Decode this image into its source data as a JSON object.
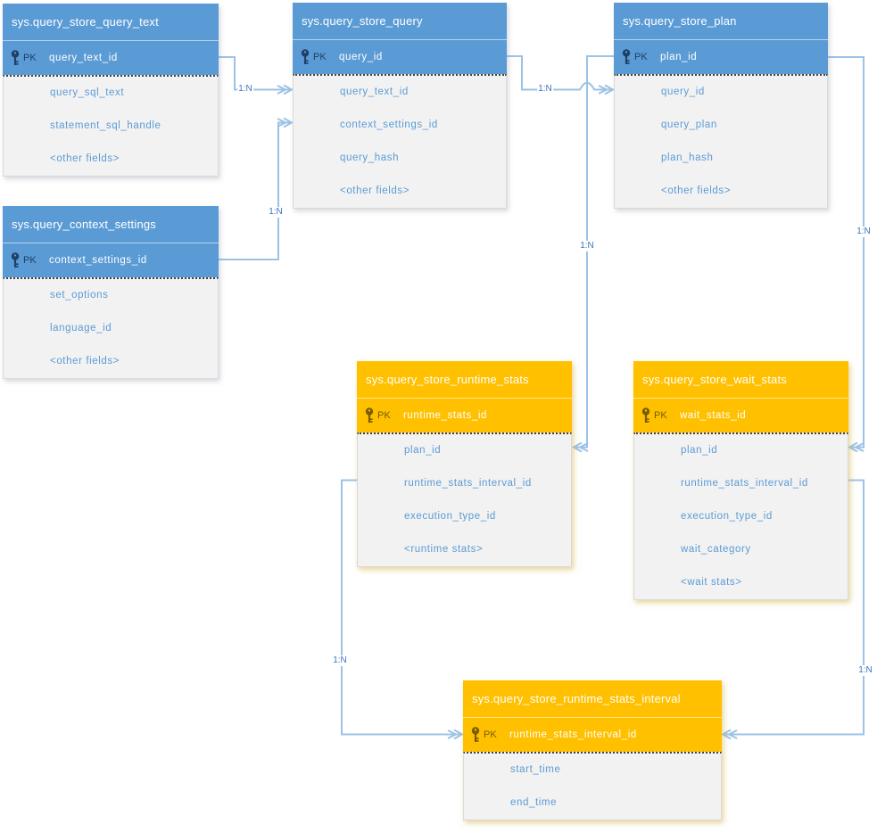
{
  "colors": {
    "blue_header": "#5B9BD5",
    "orange_header": "#FFC000",
    "body_background": "#F2F2F2",
    "field_text": "#5B9BD5",
    "connector_line": "#9CC2E5",
    "connector_label_text": "#3F74BD",
    "pk_icon_blue": "#1F3F67",
    "pk_icon_orange": "#7A5C00"
  },
  "tables": [
    {
      "title": "sys.query_store_query_text",
      "theme": "blue",
      "pk_label": "PK",
      "pk_field": "query_text_id",
      "fields": [
        "query_sql_text",
        "statement_sql_handle",
        "<other fields>"
      ]
    },
    {
      "title": "sys.query_store_query",
      "theme": "blue",
      "pk_label": "PK",
      "pk_field": "query_id",
      "fields": [
        "query_text_id",
        "context_settings_id",
        "query_hash",
        "<other fields>"
      ]
    },
    {
      "title": "sys.query_store_plan",
      "theme": "blue",
      "pk_label": "PK",
      "pk_field": "plan_id",
      "fields": [
        "query_id",
        "query_plan",
        "plan_hash",
        "<other fields>"
      ]
    },
    {
      "title": "sys.query_context_settings",
      "theme": "blue",
      "pk_label": "PK",
      "pk_field": "context_settings_id",
      "fields": [
        "set_options",
        "language_id",
        "<other fields>"
      ]
    },
    {
      "title": "sys.query_store_runtime_stats",
      "theme": "orange",
      "pk_label": "PK",
      "pk_field": "runtime_stats_id",
      "fields": [
        "plan_id",
        "runtime_stats_interval_id",
        "execution_type_id",
        "<runtime stats>"
      ]
    },
    {
      "title": "sys.query_store_wait_stats",
      "theme": "orange",
      "pk_label": "PK",
      "pk_field": "wait_stats_id",
      "fields": [
        "plan_id",
        "runtime_stats_interval_id",
        "execution_type_id",
        "wait_category",
        "<wait stats>"
      ]
    },
    {
      "title": "sys.query_store_runtime_stats_interval",
      "theme": "orange",
      "pk_label": "PK",
      "pk_field": "runtime_stats_interval_id",
      "fields": [
        "start_time",
        "end_time"
      ]
    }
  ],
  "connectors": [
    {
      "label": "1:N",
      "from": "sys.query_store_query_text.query_text_id",
      "to": "sys.query_store_query.query_text_id"
    },
    {
      "label": "1:N",
      "from": "sys.query_context_settings.context_settings_id",
      "to": "sys.query_store_query.context_settings_id"
    },
    {
      "label": "1:N",
      "from": "sys.query_store_query.query_id",
      "to": "sys.query_store_plan.query_id"
    },
    {
      "label": "1:N",
      "from": "sys.query_store_plan.plan_id",
      "to": "sys.query_store_runtime_stats.plan_id"
    },
    {
      "label": "1:N",
      "from": "sys.query_store_plan.plan_id",
      "to": "sys.query_store_wait_stats.plan_id"
    },
    {
      "label": "1:N",
      "from": "sys.query_store_runtime_stats.runtime_stats_interval_id",
      "to": "sys.query_store_runtime_stats_interval.runtime_stats_interval_id"
    },
    {
      "label": "1:N",
      "from": "sys.query_store_wait_stats.runtime_stats_interval_id",
      "to": "sys.query_store_runtime_stats_interval.runtime_stats_interval_id"
    }
  ]
}
